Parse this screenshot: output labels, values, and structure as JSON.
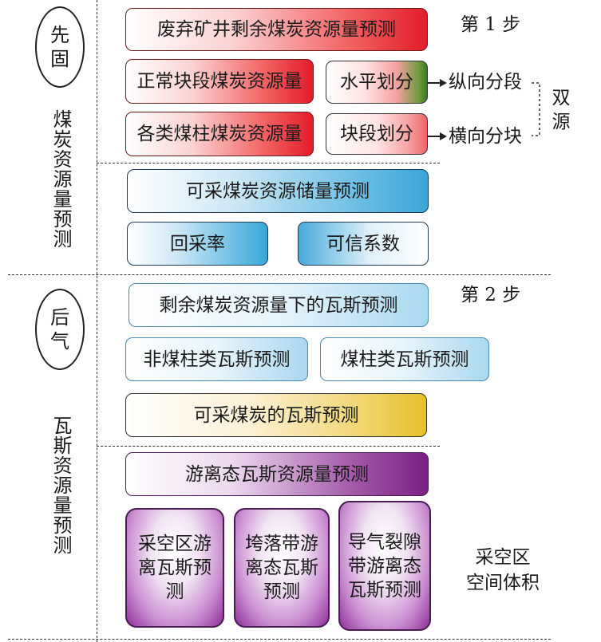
{
  "left": {
    "oval_top": [
      "先",
      "固"
    ],
    "vertical_top": "煤炭资源量预测",
    "oval_bottom": [
      "后",
      "气"
    ],
    "vertical_bottom": "瓦斯资源量预测"
  },
  "steps": {
    "step1": "第 1 步",
    "step2": "第 2 步"
  },
  "section1": {
    "waste_mine": "废弃矿井剩余煤炭资源量预测",
    "normal_block": "正常块段煤炭资源量",
    "coal_pillar": "各类煤柱煤炭资源量",
    "horizontal_div": "水平划分",
    "block_div": "块段划分",
    "vertical_seg": "纵向分段",
    "horizontal_block": "横向分块",
    "dual_source": [
      "双",
      "源"
    ]
  },
  "section2": {
    "recoverable": "可采煤炭资源储量预测",
    "recovery_rate": "回采率",
    "confidence": "可信系数"
  },
  "section3": {
    "gas_under": "剩余煤炭资源量下的瓦斯预测",
    "non_pillar": "非煤柱类瓦斯预测",
    "pillar": "煤柱类瓦斯预测",
    "recoverable_gas": "可采煤炭的瓦斯预测"
  },
  "section4": {
    "free_gas": "游离态瓦斯资源量预测",
    "goaf": "采空区游离瓦斯预测",
    "caving": "垮落带游离态瓦斯预测",
    "fracture": "导气裂隙带游离态瓦斯预测",
    "goaf_volume": [
      "采空区",
      "空间体积"
    ]
  }
}
